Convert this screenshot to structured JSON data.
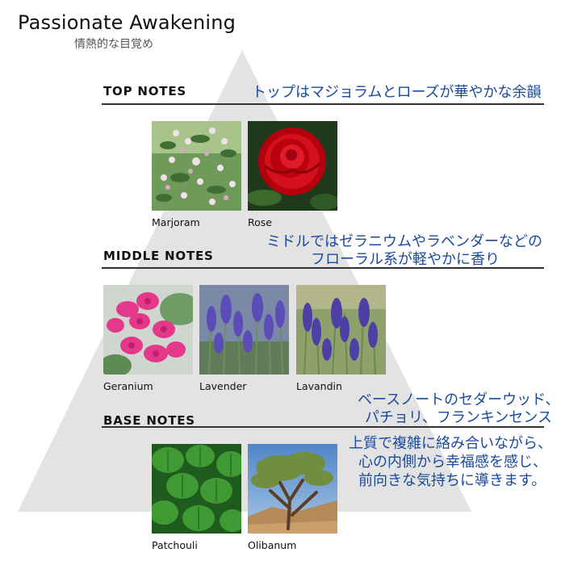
{
  "header": {
    "title": "Passionate Awakening",
    "subtitle": "情熱的な目覚め"
  },
  "top": {
    "heading": "TOP NOTES",
    "description": "トップはマジョラムとローズが華やかな余韻",
    "items": [
      {
        "label": "Marjoram",
        "image": "marjoram-photo"
      },
      {
        "label": "Rose",
        "image": "rose-photo"
      }
    ]
  },
  "middle": {
    "heading": "MIDDLE NOTES",
    "description_line1": "ミドルではゼラニウムやラベンダーなどの",
    "description_line2": "フローラル系が軽やかに香り",
    "items": [
      {
        "label": "Geranium",
        "image": "geranium-photo"
      },
      {
        "label": "Lavender",
        "image": "lavender-photo"
      },
      {
        "label": "Lavandin",
        "image": "lavandin-photo"
      }
    ]
  },
  "base": {
    "heading": "BASE NOTES",
    "description_line1": "ベースノートのセダーウッド、",
    "description_line2": "パチョリ、フランキンセンス",
    "items": [
      {
        "label": "Patchouli",
        "image": "patchouli-photo"
      },
      {
        "label": "Olibanum",
        "image": "olibanum-photo"
      }
    ]
  },
  "summary": {
    "line1": "上質で複雑に絡み合いながら、",
    "line2": "心の内側から幸福感を感じ、",
    "line3": "前向きな気持ちに導きます。"
  },
  "colors": {
    "pyramid": "#e3e3e3",
    "accent_text": "#1a4a9b",
    "rule": "#333333"
  }
}
